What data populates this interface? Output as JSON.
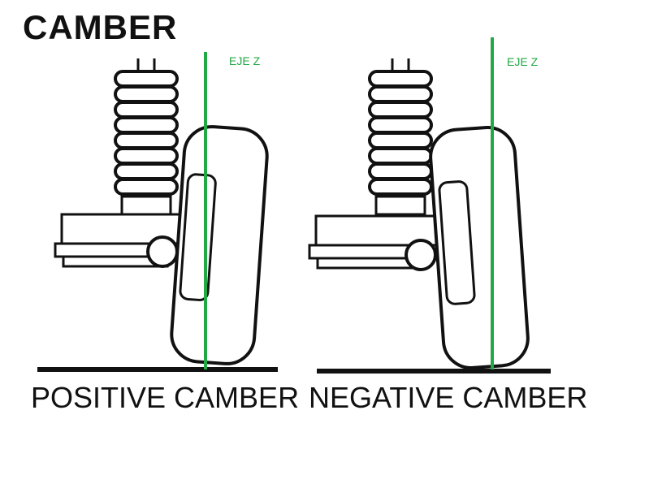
{
  "title": "CAMBER",
  "axis_label": "EJE Z",
  "colors": {
    "axis": "#22a845",
    "ink": "#111111",
    "background": "#ffffff"
  },
  "panels": [
    {
      "id": "positive",
      "caption": "POSITIVE CAMBER",
      "axis_label": "EJE Z"
    },
    {
      "id": "negative",
      "caption": "NEGATIVE CAMBER",
      "axis_label": "EJE Z"
    }
  ]
}
